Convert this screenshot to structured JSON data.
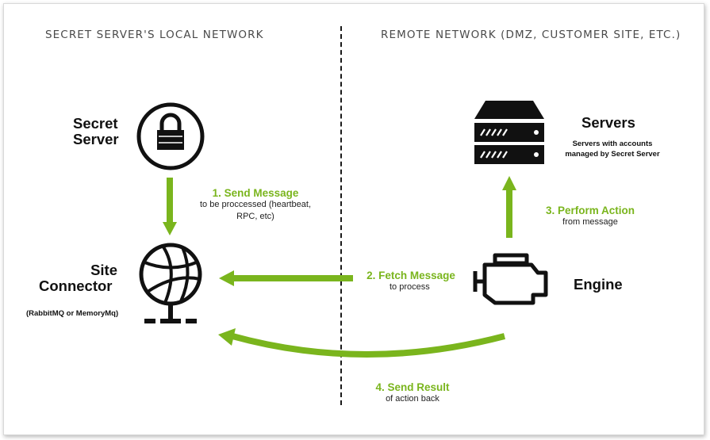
{
  "sections": {
    "local": "SECRET SERVER'S LOCAL NETWORK",
    "remote": "REMOTE NETWORK (DMZ, CUSTOMER SITE, ETC.)"
  },
  "nodes": {
    "secret_server": {
      "line1": "Secret",
      "line2": "Server"
    },
    "site_connector": {
      "line1": "Site",
      "line2": "Connector",
      "note": "(RabbitMQ or MemoryMq)"
    },
    "servers": {
      "title": "Servers",
      "note_line1": "Servers with accounts",
      "note_line2": "managed by Secret Server"
    },
    "engine": {
      "title": "Engine"
    }
  },
  "steps": [
    {
      "title": "1. Send Message",
      "desc_line1": "to be proccessed (heartbeat,",
      "desc_line2": "RPC, etc)"
    },
    {
      "title": "2. Fetch Message",
      "desc_line1": "to process"
    },
    {
      "title": "3. Perform Action",
      "desc_line1": "from message"
    },
    {
      "title": "4. Send Result",
      "desc_line1": "of action back"
    }
  ],
  "colors": {
    "accent": "#7ab51d",
    "icon": "#111111"
  },
  "icons": [
    "lock-icon",
    "globe-network-icon",
    "server-rack-icon",
    "engine-icon"
  ]
}
